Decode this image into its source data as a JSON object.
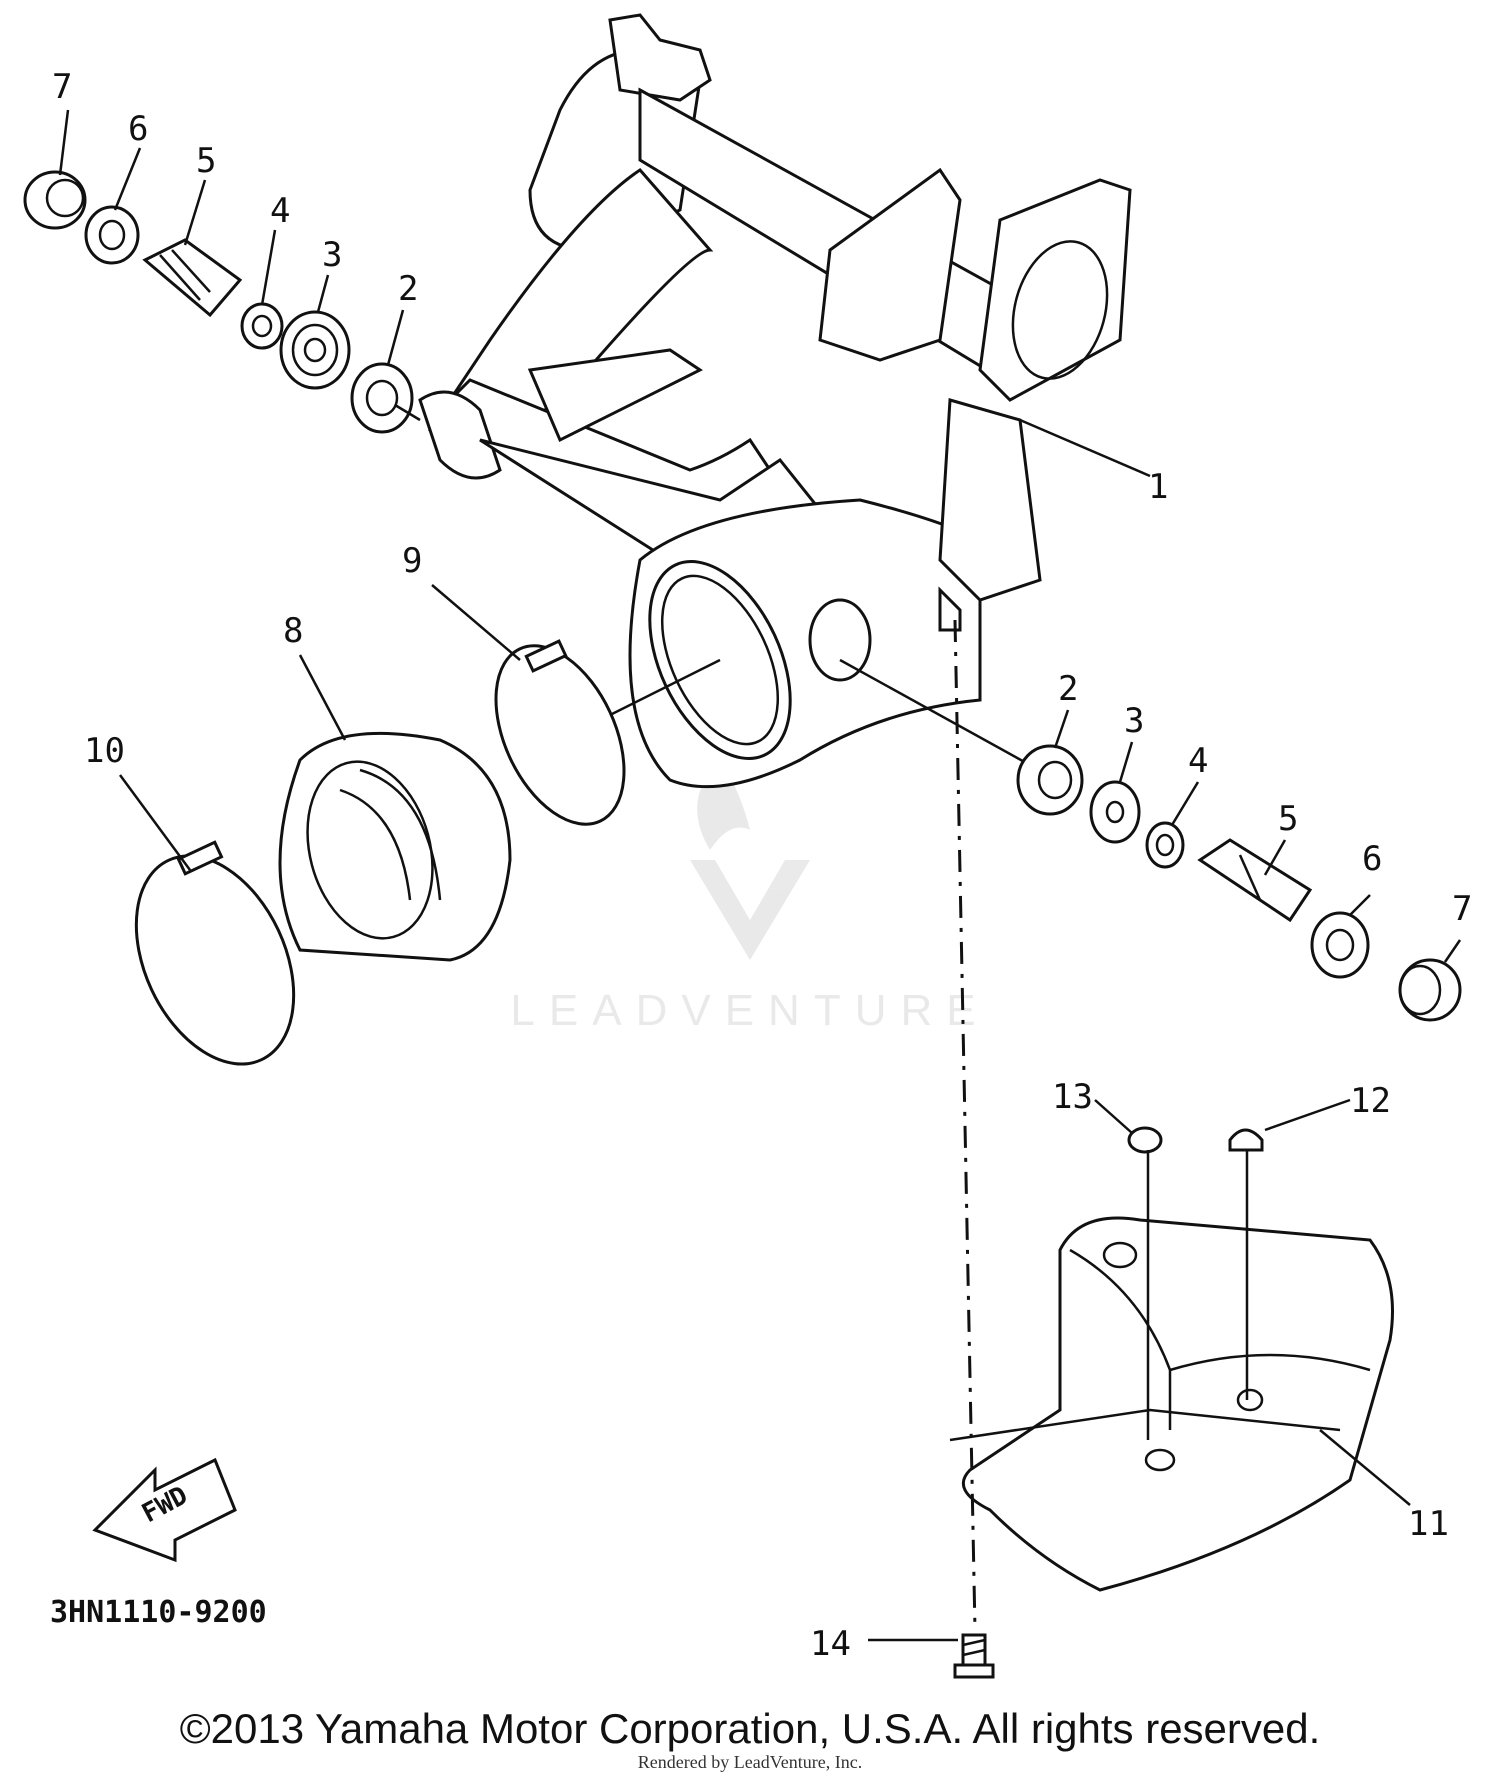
{
  "diagram": {
    "drawing_code": "3HN1110-9200",
    "fwd_label": "FWD",
    "callouts": {
      "p1": "1",
      "p2_left": "2",
      "p3_left": "3",
      "p4_left": "4",
      "p5_left": "5",
      "p6_left": "6",
      "p7_left": "7",
      "p2_right": "2",
      "p3_right": "3",
      "p4_right": "4",
      "p5_right": "5",
      "p6_right": "6",
      "p7_right": "7",
      "p8": "8",
      "p9": "9",
      "p10": "10",
      "p11": "11",
      "p12": "12",
      "p13": "13",
      "p14": "14"
    },
    "watermark": "LEADVENTURE"
  },
  "footer": {
    "copyright": "©2013 Yamaha Motor Corporation, U.S.A. All rights reserved.",
    "rendered_by": "Rendered by LeadVenture, Inc."
  }
}
